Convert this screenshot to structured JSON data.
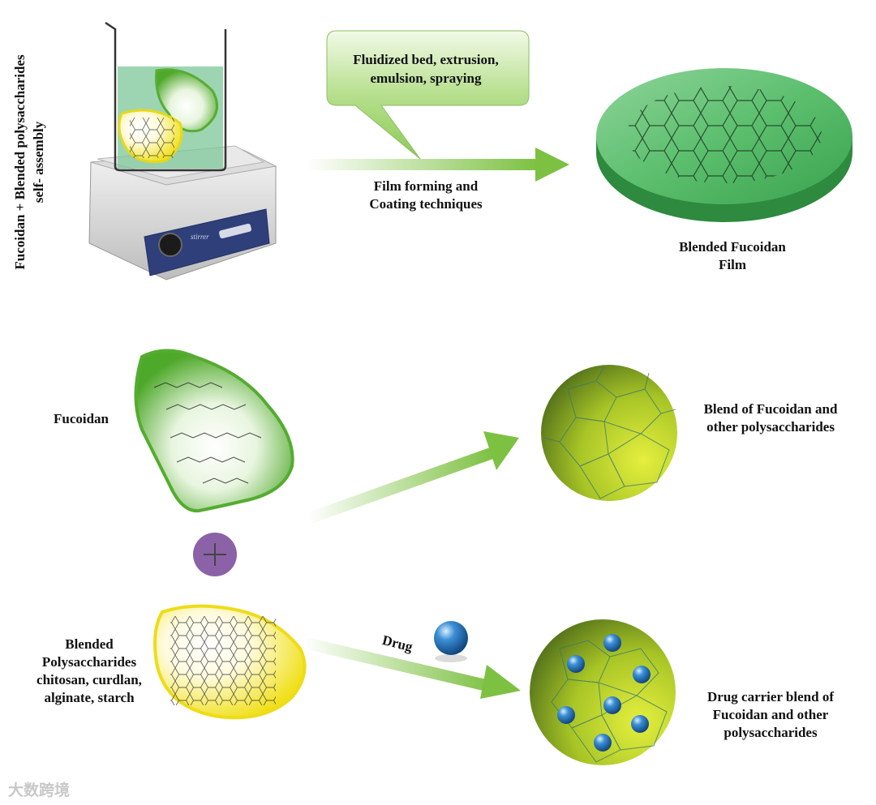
{
  "vertical_label": [
    "Fucoidan + Blended polysaccharides",
    "self- assembly"
  ],
  "callout": [
    "Fluidized bed, extrusion,",
    "emulsion, spraying"
  ],
  "film_technique": [
    "Film forming and",
    "Coating techniques"
  ],
  "film_label": [
    "Blended Fucoidan",
    "Film"
  ],
  "fucoidan_label": "Fucoidan",
  "blended_label": [
    "Blended",
    "Polysaccharides",
    "chitosan, curdlan,",
    "alginate, starch"
  ],
  "blend_label": [
    "Blend of Fucoidan and",
    "other polysaccharides"
  ],
  "drug_label": "Drug",
  "carrier_label": [
    "Drug carrier blend of",
    "Fucoidan and other",
    "polysaccharides"
  ],
  "watermark": "大数跨境",
  "colors": {
    "green": "#5fb53a",
    "yellow": "#f2e51a",
    "purple": "#8b62a8",
    "sphere": "#9fbf2a",
    "drug": "#2f7fc4"
  }
}
